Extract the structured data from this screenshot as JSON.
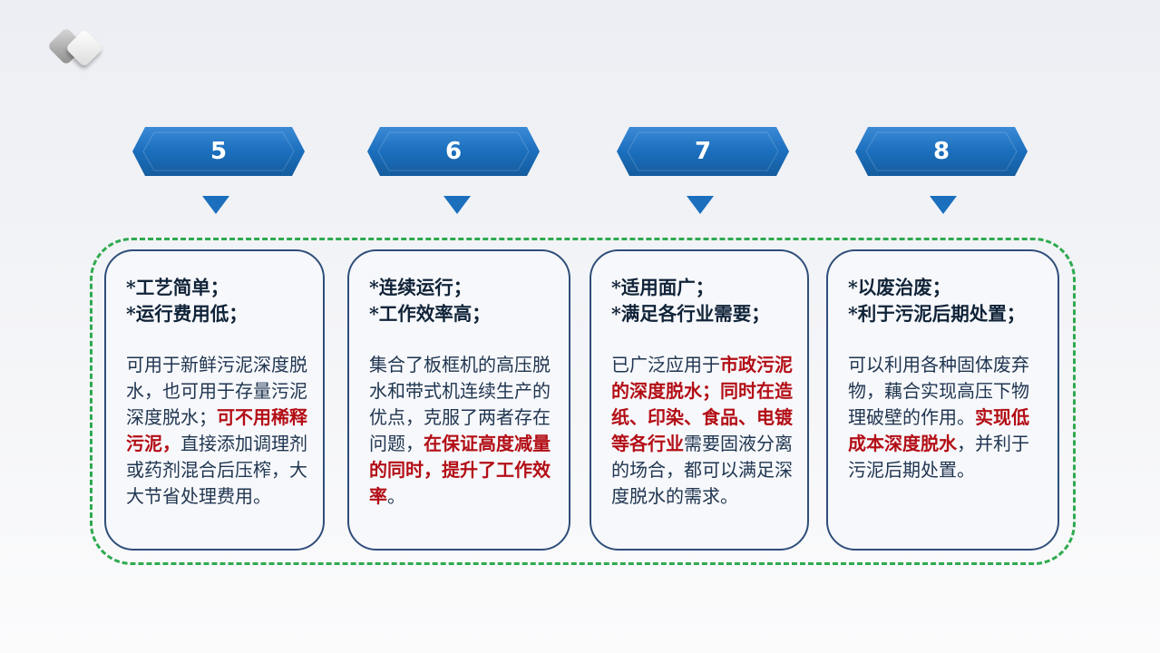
{
  "colors": {
    "banner_blue": "#1b6fbd",
    "frame_green": "#2eaa4f",
    "card_border": "#2f4e7a",
    "highlight_red": "#b30e16"
  },
  "steps": [
    {
      "number": "5",
      "headlines": [
        "*工艺简单；",
        "*运行费用低；"
      ],
      "body": [
        {
          "text": "可用于新鲜污泥深度脱水，也可用于存量污泥深度脱水；",
          "highlight": false
        },
        {
          "text": "可不用稀释污泥，",
          "highlight": true
        },
        {
          "text": "直接添加调理剂或药剂混合后压榨，大大节省处理费用。",
          "highlight": false
        }
      ]
    },
    {
      "number": "6",
      "headlines": [
        "*连续运行；",
        "*工作效率高；"
      ],
      "body": [
        {
          "text": "集合了板框机的高压脱水和带式机连续生产的优点，克服了两者存在问题，",
          "highlight": false
        },
        {
          "text": "在保证高度减量的同时，提升了工作效率",
          "highlight": true
        },
        {
          "text": "。",
          "highlight": false
        }
      ]
    },
    {
      "number": "7",
      "headlines": [
        "*适用面广；",
        "*满足各行业需要；"
      ],
      "body": [
        {
          "text": "已广泛应用于",
          "highlight": false
        },
        {
          "text": "市政污泥的深度脱水；同时在造纸、印染、食品、电镀等各行业",
          "highlight": true
        },
        {
          "text": "需要固液分离的场合，都可以满足深度脱水的需求。",
          "highlight": false
        }
      ]
    },
    {
      "number": "8",
      "headlines": [
        "*以废治废；",
        "*利于污泥后期处置；"
      ],
      "body": [
        {
          "text": "可以利用各种固体废弃物，藕合实现高压下物理破壁的作用。",
          "highlight": false
        },
        {
          "text": "实现低成本深度脱水",
          "highlight": true
        },
        {
          "text": "，并利于污泥后期处置。",
          "highlight": false
        }
      ]
    }
  ]
}
